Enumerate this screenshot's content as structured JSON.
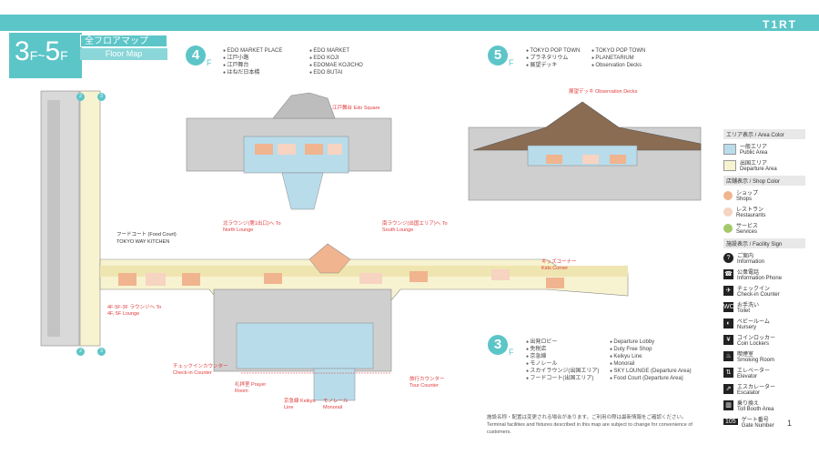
{
  "header": {
    "terminal": "T1RT",
    "floor_range_main": "3",
    "floor_range_end": "5",
    "floor_suffix": "F",
    "map_title": "全フロアマップ",
    "map_subtitle": "Floor Map"
  },
  "floor4": {
    "number": "4",
    "suffix": "F",
    "col1": [
      "EDO MARKET PLACE",
      "江戸小路",
      "江戸舞台",
      "はねだ日本橋"
    ],
    "col2": [
      "EDO MARKET",
      "EDO KOJI",
      "EDOMAE KOJICHO",
      "EDO BUTAI"
    ]
  },
  "floor5": {
    "number": "5",
    "suffix": "F",
    "col1": [
      "TOKYO POP TOWN",
      "プラネタリウム",
      "展望デッキ"
    ],
    "col2": [
      "TOKYO POP TOWN",
      "PLANETARIUM",
      "Observation Decks"
    ]
  },
  "floor3": {
    "number": "3",
    "suffix": "F",
    "col1": [
      "出発ロビー",
      "免税店",
      "京急線",
      "モノレール",
      "スカイラウンジ(出国エリア)",
      "フードコート(出国エリア)"
    ],
    "col2": [
      "Departure Lobby",
      "Duty Free Shop",
      "Keikyu Line",
      "Monorail",
      "SKY LOUNGE (Departure Area)",
      "Food Court (Departure Area)"
    ]
  },
  "legend": {
    "area_head": "エリア表示 / Area Color",
    "areas": [
      {
        "jp": "一般エリア",
        "en": "Public Area",
        "color": "#b9dcea"
      },
      {
        "jp": "出国エリア",
        "en": "Departure Area",
        "color": "#f7f3d0"
      }
    ],
    "shop_head": "店舗表示 / Shop Color",
    "shops": [
      {
        "jp": "ショップ",
        "en": "Shops",
        "color": "#f0b48f"
      },
      {
        "jp": "レストラン",
        "en": "Restaurants",
        "color": "#f7d3c1"
      },
      {
        "jp": "サービス",
        "en": "Services",
        "color": "#a5c96a"
      }
    ],
    "facility_head": "施設表示 / Facility Sign",
    "facilities": [
      {
        "glyph": "?",
        "jp": "ご案内",
        "en": "Information"
      },
      {
        "glyph": "☎",
        "jp": "公衆電話",
        "en": "Information Phone"
      },
      {
        "glyph": "✈",
        "jp": "チェックイン",
        "en": "Check-in Counter"
      },
      {
        "glyph": "WC",
        "jp": "お手洗い",
        "en": "Toilet"
      },
      {
        "glyph": "◐",
        "jp": "ベビールーム",
        "en": "Nursery"
      },
      {
        "glyph": "¥",
        "jp": "コインロッカー",
        "en": "Coin Lockers"
      },
      {
        "glyph": "♨",
        "jp": "喫煙室",
        "en": "Smoking Room"
      },
      {
        "glyph": "⇅",
        "jp": "エレベーター",
        "en": "Elevator"
      },
      {
        "glyph": "⇗",
        "jp": "エスカレーター",
        "en": "Escalator"
      },
      {
        "glyph": "▥",
        "jp": "乗り換え",
        "en": "Toll Booth Area"
      }
    ],
    "gate_glyph": "105",
    "gate_jp": "ゲート番号",
    "gate_en": "Gate Number"
  },
  "callouts": {
    "edo_sq": "江戸舞台 Edo Square",
    "obs_deck": "展望デッキ Observation Decks",
    "food_court": "フードコート (Food Court)",
    "food_court2": "TOKYO WAY KITCHEN",
    "lounge_s": "北ラウンジ(第1出口)へ To North Lounge",
    "lounge_n": "南ラウンジ(出国エリア)へ To South Lounge",
    "lounge_w": "4F·5F·3F ラウンジへ To 4F, 5F Lounge",
    "lounge_e": "キッズコーナー Kids Corner",
    "checkin": "チェックインカウンター Check-in Counter",
    "prayer": "礼拝室 Prayer Room",
    "keikyu": "京急線 Keikyu Line",
    "monorail": "モノレール Monorail",
    "tour": "旅行カウンター Tour Counter"
  },
  "note": {
    "jp": "施設名称・配置は変更される場合があります。ご利用の際は最新情報をご確認ください。",
    "en": "Terminal facilities and fixtures described in this map are subject to change for convenience of customers."
  },
  "page_number": "1",
  "gates": [
    "2",
    "3",
    "2",
    "3"
  ]
}
